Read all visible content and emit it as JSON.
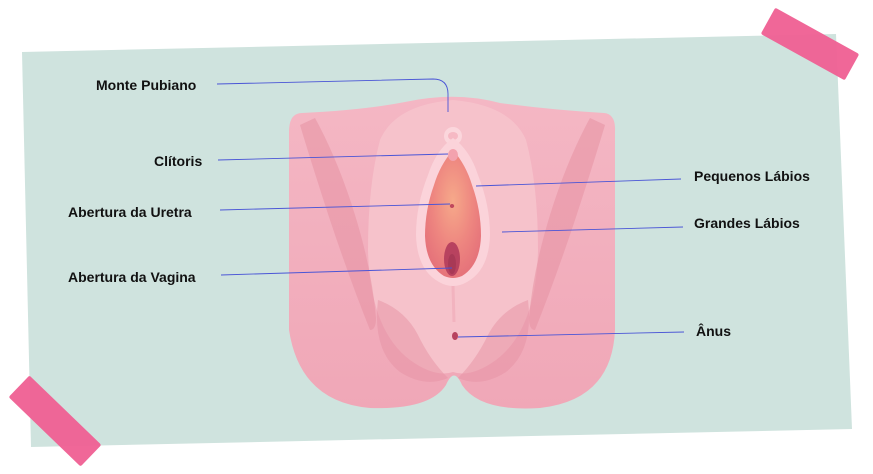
{
  "colors": {
    "card": "#cfe3de",
    "tape": "#ef5f92",
    "leader_line": "#4a55d6",
    "skin_light": "#f6c2cb",
    "skin_mid": "#f1aab8",
    "skin_dark": "#e591a3",
    "labia_inner": "#ec7e83",
    "opening": "#b8425f"
  },
  "labels": {
    "mons_pubis": "Monte Pubiano",
    "clitoris": "Clítoris",
    "urethral_opening": "Abertura da Uretra",
    "vaginal_opening": "Abertura da Vagina",
    "labia_minora": "Pequenos Lábios",
    "labia_majora": "Grandes Lábios",
    "anus": "Ânus"
  }
}
